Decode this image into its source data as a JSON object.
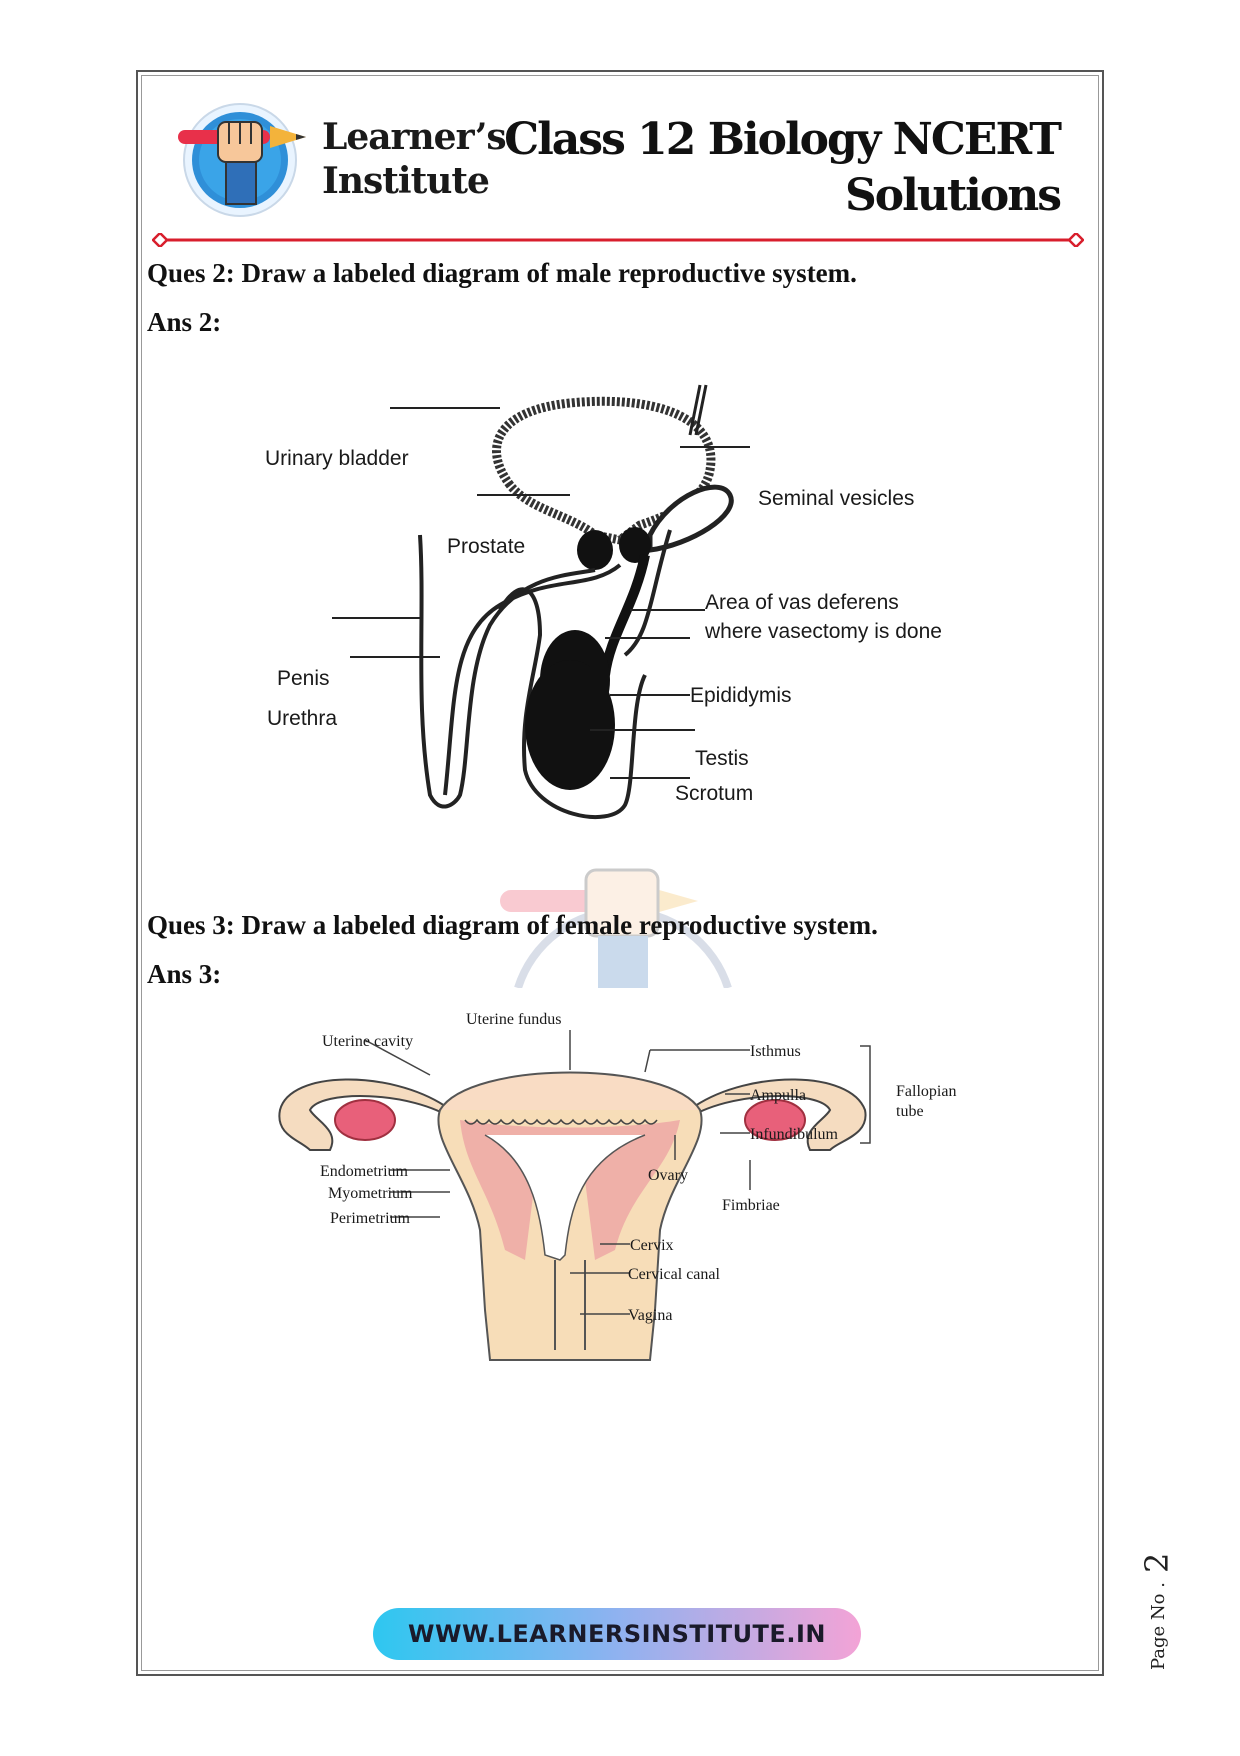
{
  "header": {
    "brand_line1": "Learner’s",
    "brand_line2": "Institute",
    "title_line1": "Class 12 Biology NCERT",
    "title_line2": "Solutions"
  },
  "colors": {
    "accent_red": "#d81e2c",
    "pill_start": "#2ec7f0",
    "pill_end": "#f3a3d6"
  },
  "q2": {
    "question": "Ques 2: Draw a labeled diagram of male reproductive system.",
    "answer": "Ans 2:",
    "labels": {
      "urinary_bladder": "Urinary bladder",
      "seminal_vesicles": "Seminal vesicles",
      "prostate": "Prostate",
      "vas_line1": "Area of vas deferens",
      "vas_line2": "where vasectomy is done",
      "penis": "Penis",
      "urethra": "Urethra",
      "epididymis": "Epididymis",
      "testis": "Testis",
      "scrotum": "Scrotum"
    }
  },
  "q3": {
    "question": "Ques 3: Draw a labeled diagram of female reproductive system.",
    "answer": "Ans 3:",
    "labels": {
      "uterine_fundus": "Uterine fundus",
      "uterine_cavity": "Uterine cavity",
      "isthmus": "Isthmus",
      "ampulla": "Ampulla",
      "infundibulum": "Infundibulum",
      "fallopian_line1": "Fallopian",
      "fallopian_line2": "tube",
      "endometrium": "Endometrium",
      "myometrium": "Myometrium",
      "perimetrium": "Perimetrium",
      "ovary": "Ovary",
      "fimbriae": "Fimbriae",
      "cervix": "Cervix",
      "cervical_canal": "Cervical canal",
      "vagina": "Vagina"
    }
  },
  "footer": {
    "url": "WWW.LEARNERSINSTITUTE.IN",
    "page_label": "Page No .",
    "page_number": "2"
  }
}
